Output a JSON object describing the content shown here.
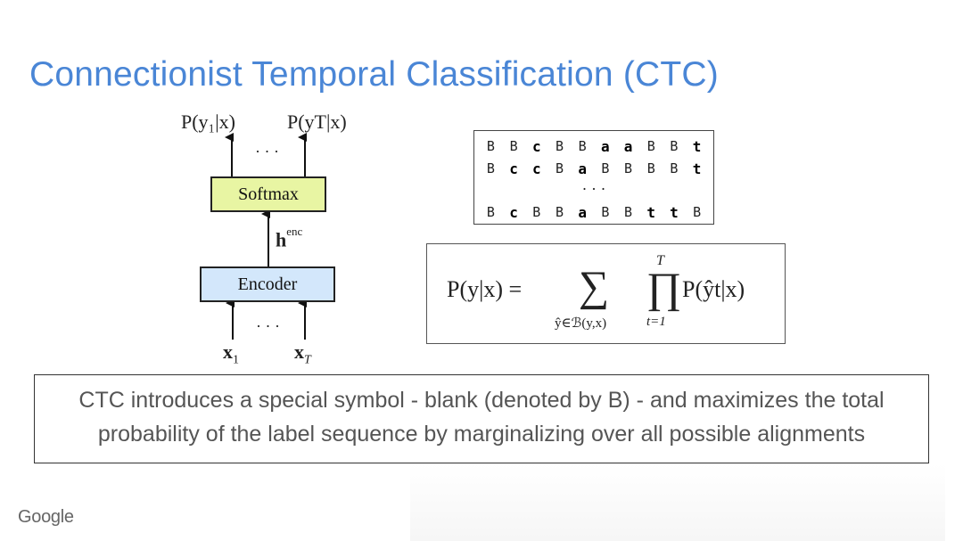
{
  "slide": {
    "title": "Connectionist Temporal Classification (CTC)",
    "footer_logo": "Google"
  },
  "diagram": {
    "output_first": "P(y₁|x)",
    "output_last": "P(yT|x)",
    "dots": "· · ·",
    "softmax_label": "Softmax",
    "hidden_label_base": "h",
    "hidden_label_sup": "enc",
    "encoder_label": "Encoder",
    "input_first_base": "x",
    "input_first_sub": "1",
    "input_last_base": "x",
    "input_last_sub": "T"
  },
  "alignments": {
    "rows": [
      {
        "tokens": [
          {
            "t": "B",
            "b": false
          },
          {
            "t": "B",
            "b": false
          },
          {
            "t": "c",
            "b": true
          },
          {
            "t": "B",
            "b": false
          },
          {
            "t": "B",
            "b": false
          },
          {
            "t": "a",
            "b": true
          },
          {
            "t": "a",
            "b": true
          },
          {
            "t": "B",
            "b": false
          },
          {
            "t": "B",
            "b": false
          },
          {
            "t": "t",
            "b": true
          }
        ]
      },
      {
        "tokens": [
          {
            "t": "B",
            "b": false
          },
          {
            "t": "c",
            "b": true
          },
          {
            "t": "c",
            "b": true
          },
          {
            "t": "B",
            "b": false
          },
          {
            "t": "a",
            "b": true
          },
          {
            "t": "B",
            "b": false
          },
          {
            "t": "B",
            "b": false
          },
          {
            "t": "B",
            "b": false
          },
          {
            "t": "B",
            "b": false
          },
          {
            "t": "t",
            "b": true
          }
        ]
      },
      {
        "tokens": [
          {
            "t": "B",
            "b": false
          },
          {
            "t": "c",
            "b": true
          },
          {
            "t": "B",
            "b": false
          },
          {
            "t": "B",
            "b": false
          },
          {
            "t": "a",
            "b": true
          },
          {
            "t": "B",
            "b": false
          },
          {
            "t": "B",
            "b": false
          },
          {
            "t": "t",
            "b": true
          },
          {
            "t": "t",
            "b": true
          },
          {
            "t": "B",
            "b": false
          }
        ]
      }
    ],
    "ellipsis": "· · ·"
  },
  "formula": {
    "lhs": "P(y|x) =",
    "sum_symbol": "∑",
    "sum_sub": "ŷ∈ℬ(y,x)",
    "prod_symbol": "∏",
    "prod_sup": "T",
    "prod_sub": "t=1",
    "rhs": "P(ŷt|x)"
  },
  "description": {
    "line1": "CTC introduces a special symbol - blank (denoted by B) - and maximizes the total",
    "line2": "probability of the label sequence by marginalizing over all possible alignments"
  }
}
